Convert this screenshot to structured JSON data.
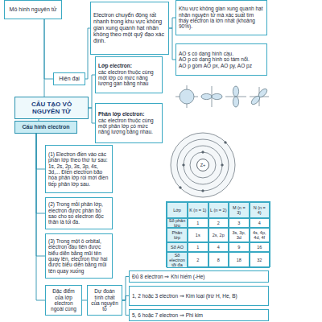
{
  "diagram": {
    "nodes": [
      {
        "text": [
          "Mô hình nguyên tử"
        ]
      },
      {
        "text": [
          "Hiện đại"
        ]
      },
      {
        "text": [
          "Electron chuyển động rất nhanh trong khu vực không gian xung quanh hạt nhân không theo một quỹ đạo xác định."
        ]
      },
      {
        "text": [
          "Khu vực không gian xung quanh hạt nhân nguyên tử mà xác suất tìm thấy electron là lớn nhất (khoảng 90%)."
        ]
      },
      {
        "text": [
          "AO s có dạng hình cầu.",
          "AO p có dạng hình số tám nổi.",
          "AO p gồm AO px, AO py, AO pz"
        ]
      },
      {
        "text": [
          "CẤU TẠO VỎ NGUYÊN TỬ"
        ]
      },
      {
        "text": [
          "Cấu hình electron"
        ]
      },
      {
        "text": [
          "Lớp electron:",
          "các electron thuộc cùng một lớp có mức năng lượng gần bằng nhau"
        ]
      },
      {
        "text": [
          "Phân lớp electron:",
          "các electron thuộc cùng một phân lớp có mức năng lượng bằng nhau."
        ]
      },
      {
        "text": [
          "Z+"
        ]
      },
      {
        "text": [
          "(1) Electron điền vào các phân lớp theo thứ tự sau: 1s, 2s, 2p, 3s, 3p, 4s, 3d,... Điền electron bão hòa phân lớp rồi mới điền tiếp phân lớp sau."
        ]
      },
      {
        "text": [
          "(2) Trong mỗi phân lớp, electron được phân bố sao cho số electron độc thân là tối đa."
        ]
      },
      {
        "text": [
          "(3) Trong một ô orbital, electron đầu tiên được biểu diễn bằng mũi tên quay lên, electron thứ hai được biểu diễn bằng mũi tên quay xuống"
        ]
      },
      {
        "text": [
          "Đặc điểm của lớp electron ngoài cùng"
        ]
      },
      {
        "text": [
          "Dự đoán tính chất của nguyên tố"
        ]
      },
      {
        "text": [
          "Đủ 8 electron ⇒ Khí hiếm (-He)"
        ]
      },
      {
        "text": [
          "1, 2 hoặc 3 electron ⇒ Kim loại (trừ H, He, B)"
        ]
      },
      {
        "text": [
          "5, 6 hoặc 7 electron ⇒ Phi kim"
        ]
      }
    ],
    "edges": [
      {
        "from": 5,
        "to": 0,
        "arrow": "none"
      },
      {
        "from": 0,
        "to": 1,
        "arrow": "none"
      },
      {
        "from": 1,
        "to": 2,
        "arrow": "none"
      },
      {
        "from": 2,
        "to": 3,
        "arrow": "none"
      },
      {
        "from": 2,
        "to": 4,
        "arrow": "none"
      },
      {
        "from": 5,
        "to": 7,
        "arrow": "none"
      },
      {
        "from": 5,
        "to": 8,
        "arrow": "none"
      },
      {
        "from": 5,
        "to": 6,
        "arrow": "none"
      },
      {
        "from": 6,
        "to": 10,
        "arrow": "none"
      },
      {
        "from": 6,
        "to": 11,
        "arrow": "none"
      },
      {
        "from": 6,
        "to": 12,
        "arrow": "none"
      },
      {
        "from": 6,
        "to": 13,
        "arrow": "none"
      },
      {
        "from": 13,
        "to": 14,
        "arrow": "none"
      },
      {
        "from": 14,
        "to": 15,
        "arrow": "none"
      },
      {
        "from": 14,
        "to": 16,
        "arrow": "none"
      },
      {
        "from": 14,
        "to": 17,
        "arrow": "none"
      }
    ],
    "labels": [
      "Lớp",
      "K (n = 1)",
      "L (n = 2)",
      "M (n = 3)",
      "N (n = 4)",
      "Số phân lớp",
      "1",
      "2",
      "3",
      "4",
      "Phân lớp",
      "1s",
      "2s, 2p",
      "3s, 3p, 3d",
      "4s, 4p, 4d, 4f",
      "Số AO",
      "1",
      "4",
      "9",
      "16",
      "Số electron tối đa",
      "2",
      "8",
      "18",
      "32"
    ]
  }
}
